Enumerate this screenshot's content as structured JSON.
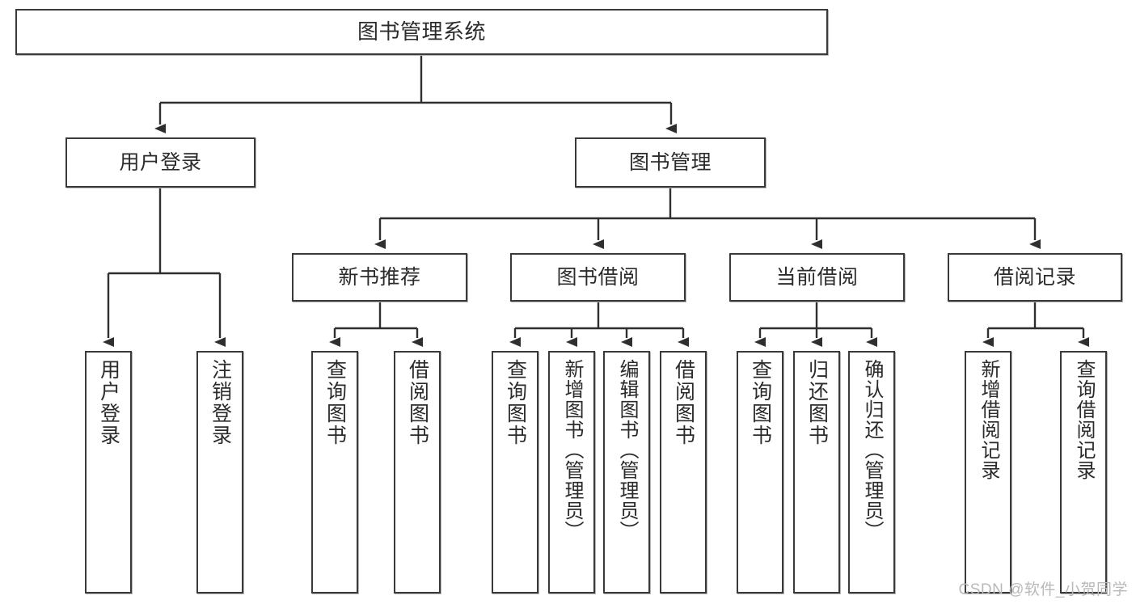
{
  "diagram": {
    "title": "图书管理系统",
    "watermark": "CSDN @软件_小贺同学",
    "line_color": "#2f2f2f",
    "box_border_color": "#3a3a3a",
    "text_color": "#2b2b2b",
    "background": "#ffffff",
    "root": {
      "label": "图书管理系统"
    },
    "level2": [
      {
        "label": "用户登录"
      },
      {
        "label": "图书管理"
      }
    ],
    "level3": [
      {
        "label": "新书推荐"
      },
      {
        "label": "图书借阅"
      },
      {
        "label": "当前借阅"
      },
      {
        "label": "借阅记录"
      }
    ],
    "leaves": {
      "user_login": [
        {
          "label": "用户登录"
        },
        {
          "label": "注销登录"
        }
      ],
      "new_book_recommend": [
        {
          "label": "查询图书"
        },
        {
          "label": "借阅图书"
        }
      ],
      "book_borrow": [
        {
          "label": "查询图书"
        },
        {
          "label": "新增图书（管理员）"
        },
        {
          "label": "编辑图书（管理员）"
        },
        {
          "label": "借阅图书"
        }
      ],
      "current_borrow": [
        {
          "label": "查询图书"
        },
        {
          "label": "归还图书"
        },
        {
          "label": "确认归还（管理员）"
        }
      ],
      "borrow_record": [
        {
          "label": "新增借阅记录"
        },
        {
          "label": "查询借阅记录"
        }
      ]
    }
  }
}
